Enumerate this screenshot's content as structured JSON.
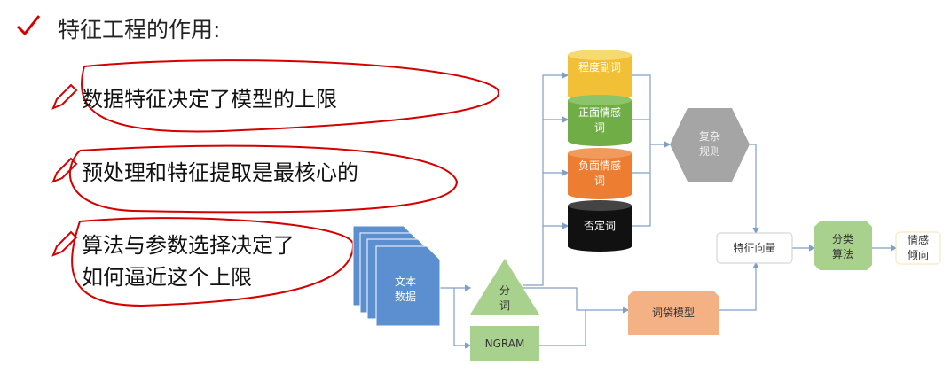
{
  "slide": {
    "title": "特征工程的作用:",
    "bullets": [
      {
        "text": "数据特征决定了模型的上限"
      },
      {
        "text": "预处理和特征提取是最核心的"
      },
      {
        "lines": [
          "算法与参数选择决定了",
          "如何逼近这个上限"
        ]
      }
    ]
  },
  "diagram": {
    "text_data": "文本数据",
    "segmentation": "分词",
    "ngram": "NGRAM",
    "degree_adverbs": "程度副词",
    "positive_words": "正面情感词",
    "negative_words": "负面情感词",
    "negation_words": "否定词",
    "complex_rules": "复杂规则",
    "bag_of_words": "词袋模型",
    "feature_vector": "特征向量",
    "classifier": "分类算法",
    "sentiment": "情感倾向",
    "colors": {
      "yellow": "#f2c037",
      "green": "#70ad47",
      "orange": "#ed7d31",
      "black": "#111111",
      "gray": "#a5a5a5",
      "blue": "#5b8fd0",
      "light_green": "#a9d18e",
      "salmon": "#f4b183",
      "annotation_red": "#d40000"
    }
  }
}
